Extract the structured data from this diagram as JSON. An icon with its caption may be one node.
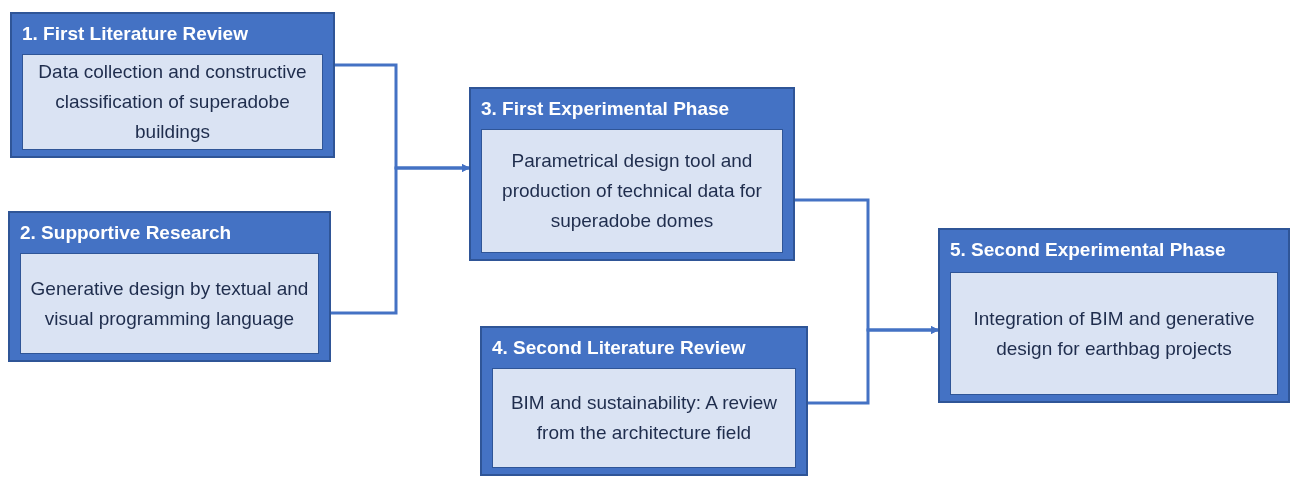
{
  "diagram": {
    "nodes": [
      {
        "text": [
          "1. First Literature Review",
          "Data collection and constructive classification of superadobe buildings"
        ]
      },
      {
        "text": [
          "2. Supportive Research",
          "Generative design by textual and visual programming language"
        ]
      },
      {
        "text": [
          "3. First Experimental Phase",
          "Parametrical design tool and production of technical data for superadobe domes"
        ]
      },
      {
        "text": [
          "4. Second Literature Review",
          "BIM and sustainability: A review from the architecture field"
        ]
      },
      {
        "text": [
          "5. Second Experimental Phase",
          "Integration of BIM and generative design for earthbag projects"
        ]
      }
    ],
    "edges": [
      {
        "from": 0,
        "to": 2,
        "arrow": "to"
      },
      {
        "from": 1,
        "to": 2,
        "arrow": "to"
      },
      {
        "from": 2,
        "to": 4,
        "arrow": "to"
      },
      {
        "from": 3,
        "to": 4,
        "arrow": "to"
      }
    ]
  }
}
